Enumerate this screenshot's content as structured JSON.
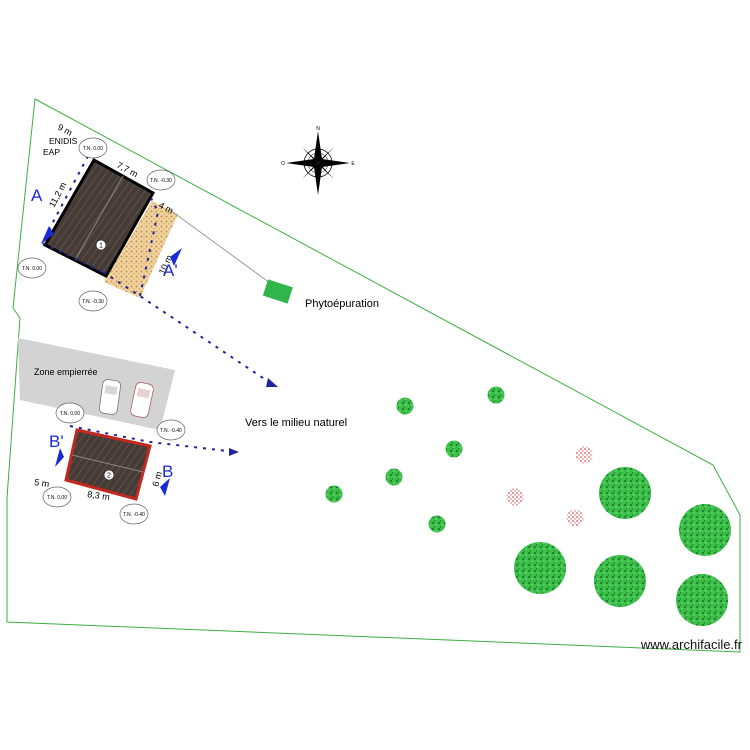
{
  "plan": {
    "site_label": "www.archifacile.fr",
    "compass_letters": {
      "north": "N",
      "east": "E",
      "west": "O"
    },
    "labels": {
      "phyto": "Phytoépuration",
      "milieu": "Vers le milieu naturel",
      "zone": "Zone empierrée",
      "enedis": "ENIDIS",
      "eap": "EAP"
    },
    "dimensions": {
      "d9": "9 m",
      "d77": "7,7 m",
      "d112": "11,2 m",
      "d4": "4 m",
      "d10": "10 m",
      "d5": "5 m",
      "d83": "8,3 m",
      "d6": "6 m"
    },
    "section_marks": {
      "A": "A",
      "A2": "A'",
      "B": "B",
      "B2": "B'"
    },
    "buildings": {
      "b1": "1",
      "b2": "2"
    },
    "tn_markers": {
      "t1": "T.N. 0.00",
      "t2": "T.N. -0.30",
      "t3": "T.N. 0.00",
      "t4": "T.N. -0.30",
      "t5": "T.N. 0.00",
      "t6": "T.N. -0.40",
      "t7": "T.N. 0.00",
      "t8": "T.N. -0.40"
    },
    "colors": {
      "boundary": "#3cb043",
      "drain_arrows": "#23239a",
      "roof": "#4a3f3a",
      "terrace": "#e3b877",
      "gravel": "#d3d3d3",
      "phyto": "#2fb54a",
      "tree_green": "#27a83a",
      "tree_red": "#c4262b",
      "section_blue": "#1a2bd6"
    }
  }
}
